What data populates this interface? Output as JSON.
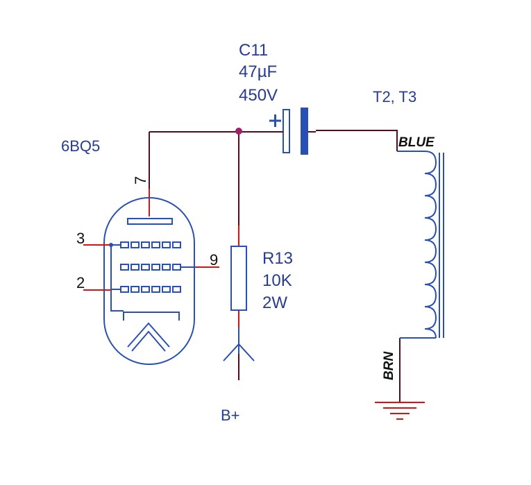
{
  "tube": {
    "name": "6BQ5",
    "pins": {
      "plate": "7",
      "g1": "2",
      "g2": "9",
      "g3": "3"
    }
  },
  "capacitor": {
    "ref": "C11",
    "value": "47µF",
    "voltage": "450V",
    "polarity": "+"
  },
  "resistor": {
    "ref": "R13",
    "value": "10K",
    "power": "2W"
  },
  "transformer": {
    "ref": "T2, T3",
    "top_lead": "BLUE",
    "bottom_lead": "BRN"
  },
  "supply": {
    "label": "B+"
  },
  "colors": {
    "wire": "#5a0a1a",
    "component": "#2850b4",
    "pin_lead": "#e01010",
    "junction": "#a0206e",
    "text": "#283c8c"
  }
}
